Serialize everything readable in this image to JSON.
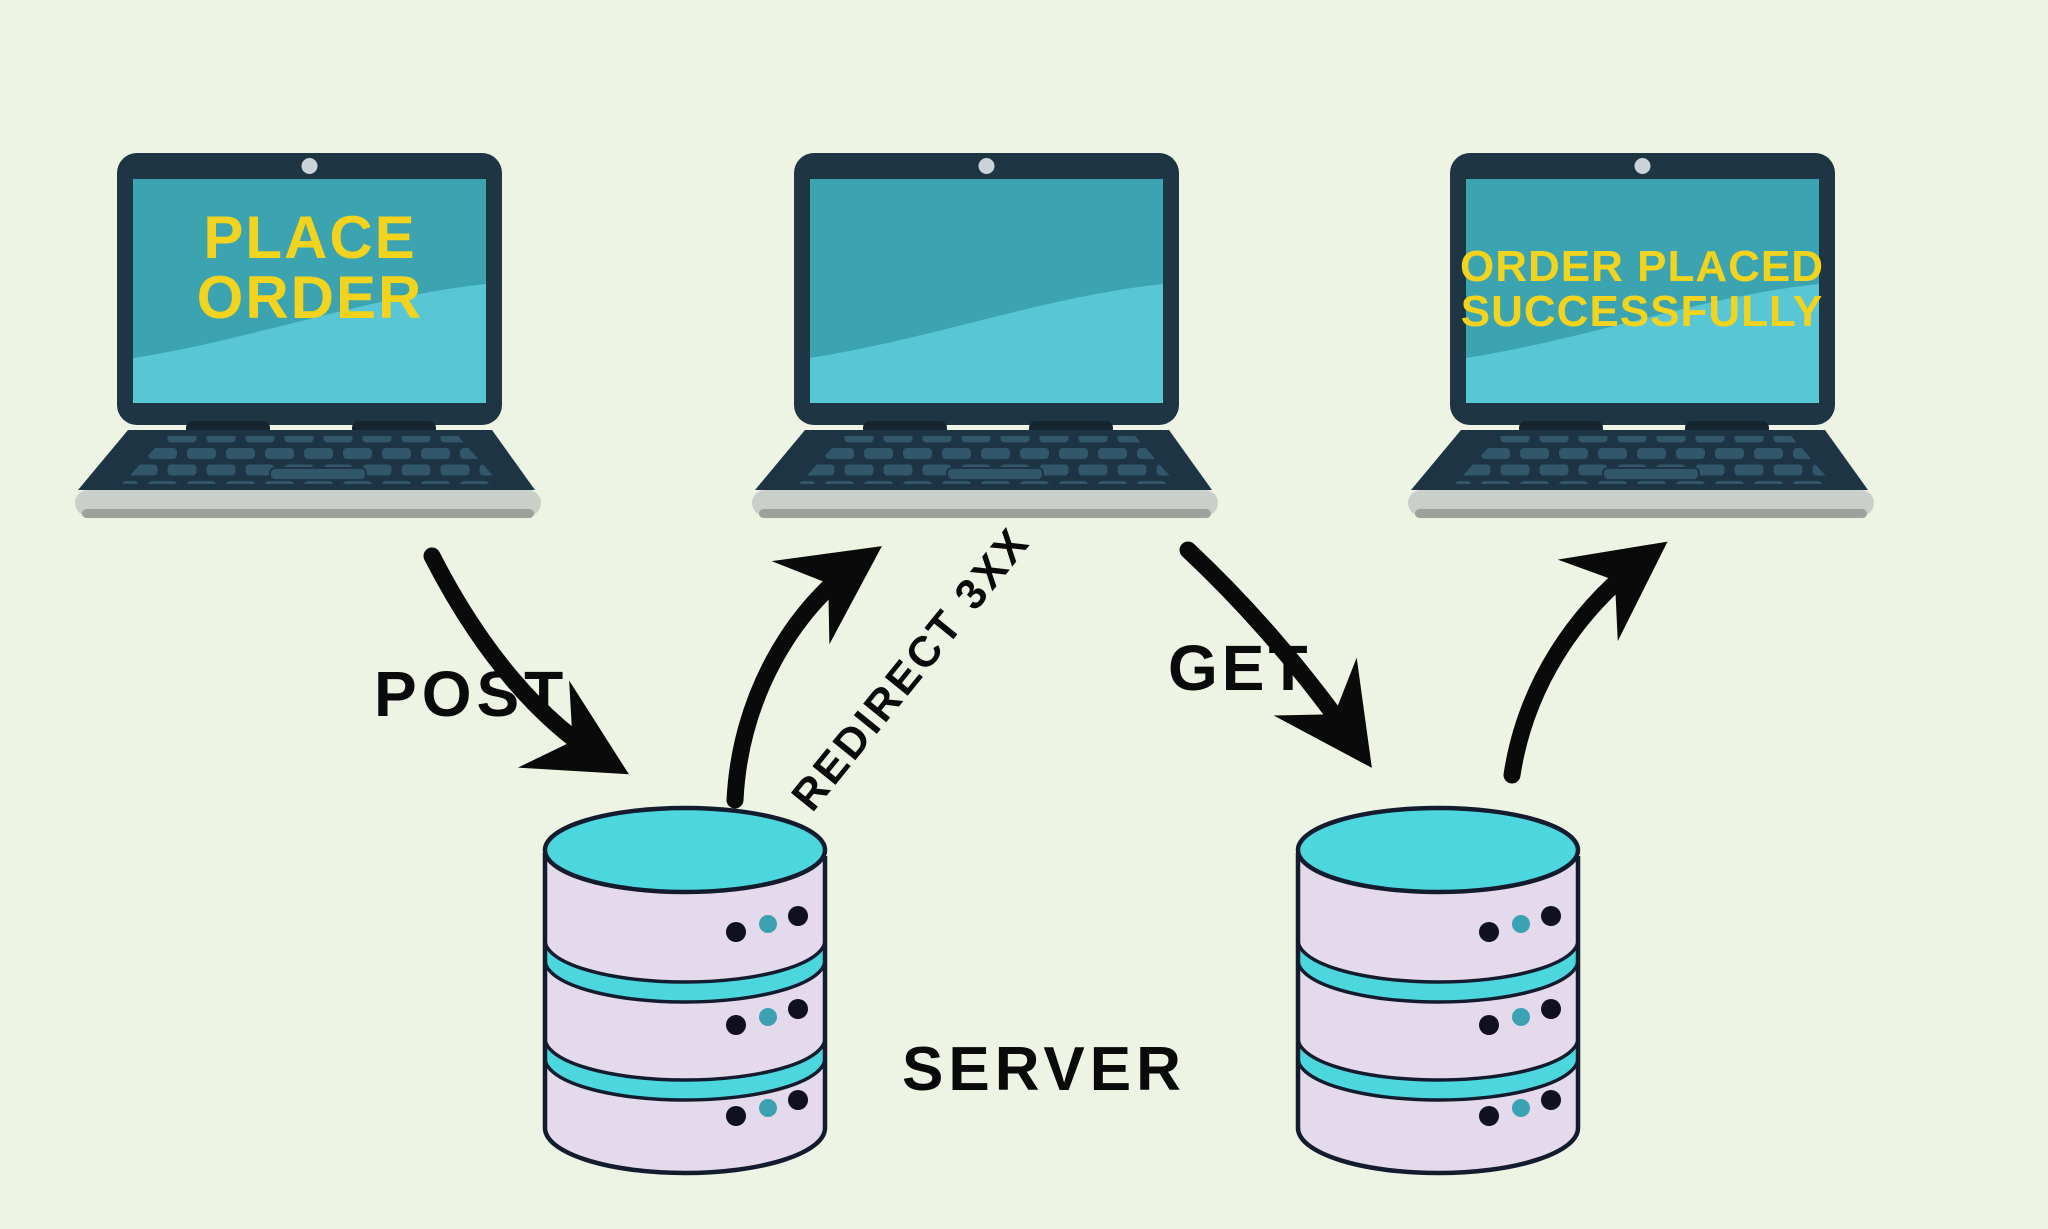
{
  "title": "POST / REDIRECT / GET flow diagram",
  "palette": {
    "background": "#eef4e3",
    "laptop_frame": "#1e3544",
    "laptop_deck": "#1d3444",
    "laptop_key": "#32566a",
    "laptop_base": "#cbcfca",
    "laptop_base_shadow": "#9ca19c",
    "screen_dark": "#3ca3b1",
    "screen_light": "#58c6d4",
    "screen_text_yellow": "#f2d31d",
    "db_body": "#e4daeb",
    "db_teal": "#4cd7de",
    "db_outline": "#131c2e",
    "dot_dark": "#10101e",
    "dot_teal": "#3ba2b4",
    "ink": "#0a0a0a"
  },
  "laptops": [
    {
      "name": "client-place-order",
      "screen_line1": "PLACE",
      "screen_line2": "ORDER"
    },
    {
      "name": "client-redirected-blank",
      "screen_line1": "",
      "screen_line2": ""
    },
    {
      "name": "client-confirmation",
      "screen_line1": "ORDER PLACED",
      "screen_line2": "SUCCESSFULLY"
    }
  ],
  "labels": {
    "post": "POST",
    "redirect": "REDIRECT 3XX",
    "get": "GET",
    "server": "SERVER"
  },
  "servers": [
    {
      "name": "server-database-left"
    },
    {
      "name": "server-database-right"
    }
  ]
}
